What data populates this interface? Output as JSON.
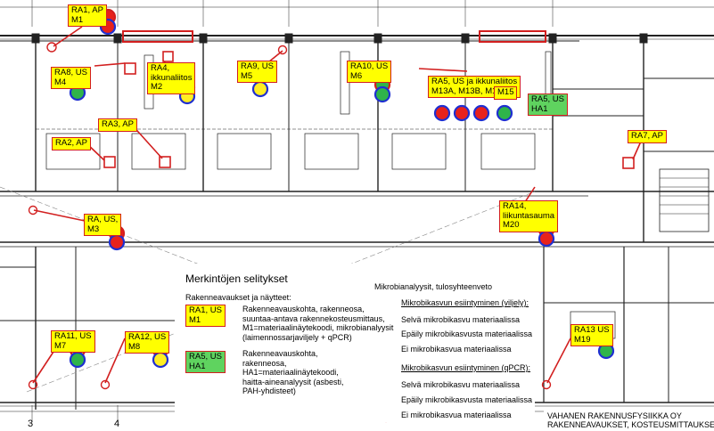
{
  "colors": {
    "tag_fill": "#ffff00",
    "tag_fill_hazard": "#5fd35f",
    "tag_border": "#d21f1f",
    "marker_red": "#e8221b",
    "marker_yellow": "#ffee22",
    "marker_green": "#2fb44a",
    "ring_blue": "#1f2fd1",
    "ring_red": "#d21f1f",
    "leader_red": "#d21f1f",
    "wall": "#222222"
  },
  "tags": [
    {
      "id": "ra1",
      "text": "RA1, AP\nM1",
      "hazard": false
    },
    {
      "id": "ra8",
      "text": "RA8, US\nM4",
      "hazard": false
    },
    {
      "id": "ra4",
      "text": "RA4,\nikkunaliitos\nM2",
      "hazard": false
    },
    {
      "id": "ra9",
      "text": "RA9, US\nM5",
      "hazard": false
    },
    {
      "id": "ra10",
      "text": "RA10, US\nM6",
      "hazard": false
    },
    {
      "id": "ra5",
      "text": "RA5, US ja ikkunaliitos\nM13A, M13B, M14",
      "hazard": false
    },
    {
      "id": "m15",
      "text": "M15",
      "hazard": false
    },
    {
      "id": "ra5ha",
      "text": "RA5, US\nHA1",
      "hazard": true
    },
    {
      "id": "ra2",
      "text": "RA2, AP",
      "hazard": false
    },
    {
      "id": "ra3",
      "text": "RA3, AP",
      "hazard": false
    },
    {
      "id": "ra7",
      "text": "RA7, AP",
      "hazard": false
    },
    {
      "id": "ra14",
      "text": "RA14,\nliikuntasauma\nM20",
      "hazard": false
    },
    {
      "id": "ra",
      "text": "RA, US,\nM3",
      "hazard": false
    },
    {
      "id": "ra11",
      "text": "RA11, US\nM7",
      "hazard": false
    },
    {
      "id": "ra12",
      "text": "RA12, US\nM8",
      "hazard": false
    },
    {
      "id": "ra13",
      "text": "RA13 US\nM19",
      "hazard": false
    }
  ],
  "markers": [
    {
      "fill": "red",
      "ring": "red"
    },
    {
      "fill": "red",
      "ring": "blue"
    },
    {
      "fill": "green",
      "ring": "blue"
    },
    {
      "fill": "red",
      "ring": "blue"
    },
    {
      "fill": "yellow",
      "ring": "blue"
    },
    {
      "fill": "yellow",
      "ring": "blue"
    },
    {
      "fill": "green",
      "ring": "red"
    },
    {
      "fill": "green",
      "ring": "blue"
    },
    {
      "fill": "red",
      "ring": "blue"
    },
    {
      "fill": "red",
      "ring": "blue"
    },
    {
      "fill": "red",
      "ring": "blue"
    },
    {
      "fill": "green",
      "ring": "blue"
    },
    {
      "fill": "red",
      "ring": "red"
    },
    {
      "fill": "red",
      "ring": "blue"
    },
    {
      "fill": "red",
      "ring": "red"
    },
    {
      "fill": "red",
      "ring": "blue"
    },
    {
      "fill": "yellow",
      "ring": "red"
    },
    {
      "fill": "green",
      "ring": "blue"
    },
    {
      "fill": "yellow",
      "ring": "red"
    },
    {
      "fill": "yellow",
      "ring": "blue"
    },
    {
      "fill": "green",
      "ring": "blue"
    }
  ],
  "legend": {
    "title": "Merkintöjen selitykset",
    "subtitle": "Rakenneavaukset ja näytteet:",
    "sample1_label": "RA1, US\nM1",
    "sample1_text": "Rakenneavauskohta, rakenneosa,\nsuuntaa-antava rakennekosteusmittaus,\nM1=materiaalinäytekoodi, mikrobianalyysit\n(laimennossarjavilje​ly + qPCR)",
    "sample2_label": "RA5, US\nHA1",
    "sample2_text": "Rakenneavauskohta,\nrakenneosa,\nHA1=materiaalinäytekoodi,\nhaitta-aineanalyysit (asbesti,\nPAH-yhdisteet)",
    "micro_title": "Mikrobianalyysit, tulosyhteenveto",
    "cult_title": "Mikrobikasvun esiintyminen (viljely):",
    "cult": [
      {
        "fill": "red",
        "ring": "blue",
        "text": "Selvä mikrobikasvu materiaalissa"
      },
      {
        "fill": "yellow",
        "ring": "blue",
        "text": "Epäily mikrobikasvusta materiaalissa"
      },
      {
        "fill": "green",
        "ring": "blue",
        "text": "Ei mikrobikasvua materiaalissa"
      }
    ],
    "qpcr_title": "Mikrobikasvun esiintyminen (qPCR):",
    "qpcr": [
      {
        "fill": "red",
        "ring": "red",
        "text": "Selvä mikrobikasvu materiaalissa"
      },
      {
        "fill": "yellow",
        "ring": "red",
        "text": "Epäily mikrobikasvusta materiaalissa"
      },
      {
        "fill": "green",
        "ring": "red",
        "text": "Ei mikrobikasvua materiaalissa"
      }
    ]
  },
  "company": "VAHANEN RAKENNUSFYSIIKKA OY\nRAKENNEAVAUKSET, KOSTEUSMITTAUKSET JA",
  "grid_labels": [
    "3",
    "4"
  ]
}
